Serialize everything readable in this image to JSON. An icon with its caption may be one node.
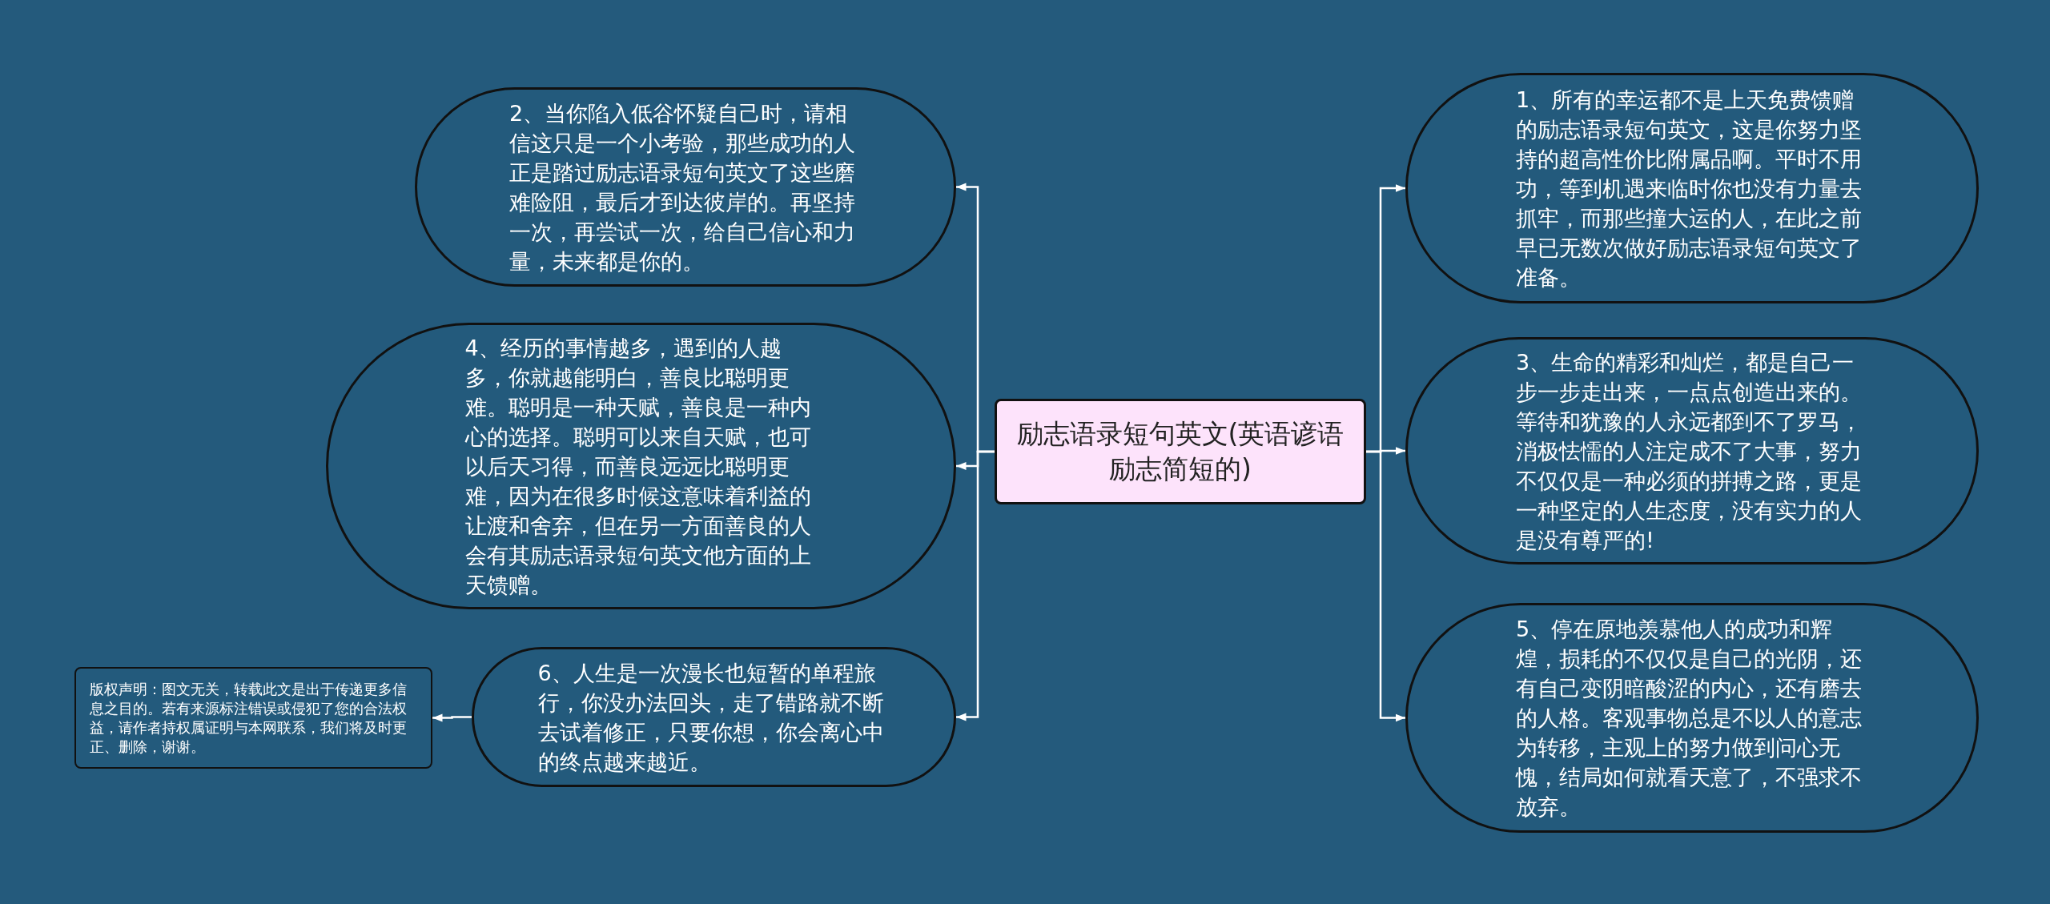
{
  "diagram": {
    "nodes": [
      {
        "text": [
          "励志语录短句英文(英语谚语励志简短的)"
        ]
      },
      {
        "text": [
          "1、所有的幸运都不是上天免费馈赠的励志语录短句英文，这是你努力坚持的超高性价比附属品啊。平时不用功，等到机遇来临时你也没有力量去抓牢，而那些撞大运的人，在此之前早已无数次做好励志语录短句英文了准备。"
        ]
      },
      {
        "text": [
          "2、当你陷入低谷怀疑自己时，请相信这只是一个小考验，那些成功的人正是踏过励志语录短句英文了这些磨难险阻，最后才到达彼岸的。再坚持一次，再尝试一次，给自己信心和力量，未来都是你的。"
        ]
      },
      {
        "text": [
          "3、生命的精彩和灿烂，都是自己一步一步走出来，一点点创造出来的。等待和犹豫的人永远都到不了罗马，消极怯懦的人注定成不了大事，努力不仅仅是一种必须的拼搏之路，更是一种坚定的人生态度，没有实力的人是没有尊严的!"
        ]
      },
      {
        "text": [
          "4、经历的事情越多，遇到的人越多，你就越能明白，善良比聪明更难。聪明是一种天赋，善良是一种内心的选择。聪明可以来自天赋，也可以后天习得，而善良远远比聪明更难，因为在很多时候这意味着利益的让渡和舍弃，但在另一方面善良的人会有其励志语录短句英文他方面的上天馈赠。"
        ]
      },
      {
        "text": [
          "5、停在原地羡慕他人的成功和辉煌，损耗的不仅仅是自己的光阴，还有自己变阴暗酸涩的内心，还有磨去的人格。客观事物总是不以人的意志为转移，主观上的努力做到问心无愧，结局如何就看天意了，不强求不放弃。"
        ]
      },
      {
        "text": [
          "6、人生是一次漫长也短暂的单程旅行，你没办法回头，走了错路就不断去试着修正，只要你想，你会离心中的终点越来越近。"
        ]
      },
      {
        "text": [
          "版权声明：图文无关，转载此文是出于传递更多信息之目的。若有来源标注错误或侵犯了您的合法权益，请作者持权属证明与本网联系，我们将及时更正、删除，谢谢。"
        ]
      }
    ],
    "edges": [
      {
        "from": 0,
        "to": 1,
        "arrow": "to"
      },
      {
        "from": 0,
        "to": 2,
        "arrow": "to"
      },
      {
        "from": 0,
        "to": 3,
        "arrow": "to"
      },
      {
        "from": 0,
        "to": 4,
        "arrow": "to"
      },
      {
        "from": 0,
        "to": 5,
        "arrow": "to"
      },
      {
        "from": 0,
        "to": 6,
        "arrow": "to"
      },
      {
        "from": 6,
        "to": 7,
        "arrow": "to"
      }
    ]
  }
}
